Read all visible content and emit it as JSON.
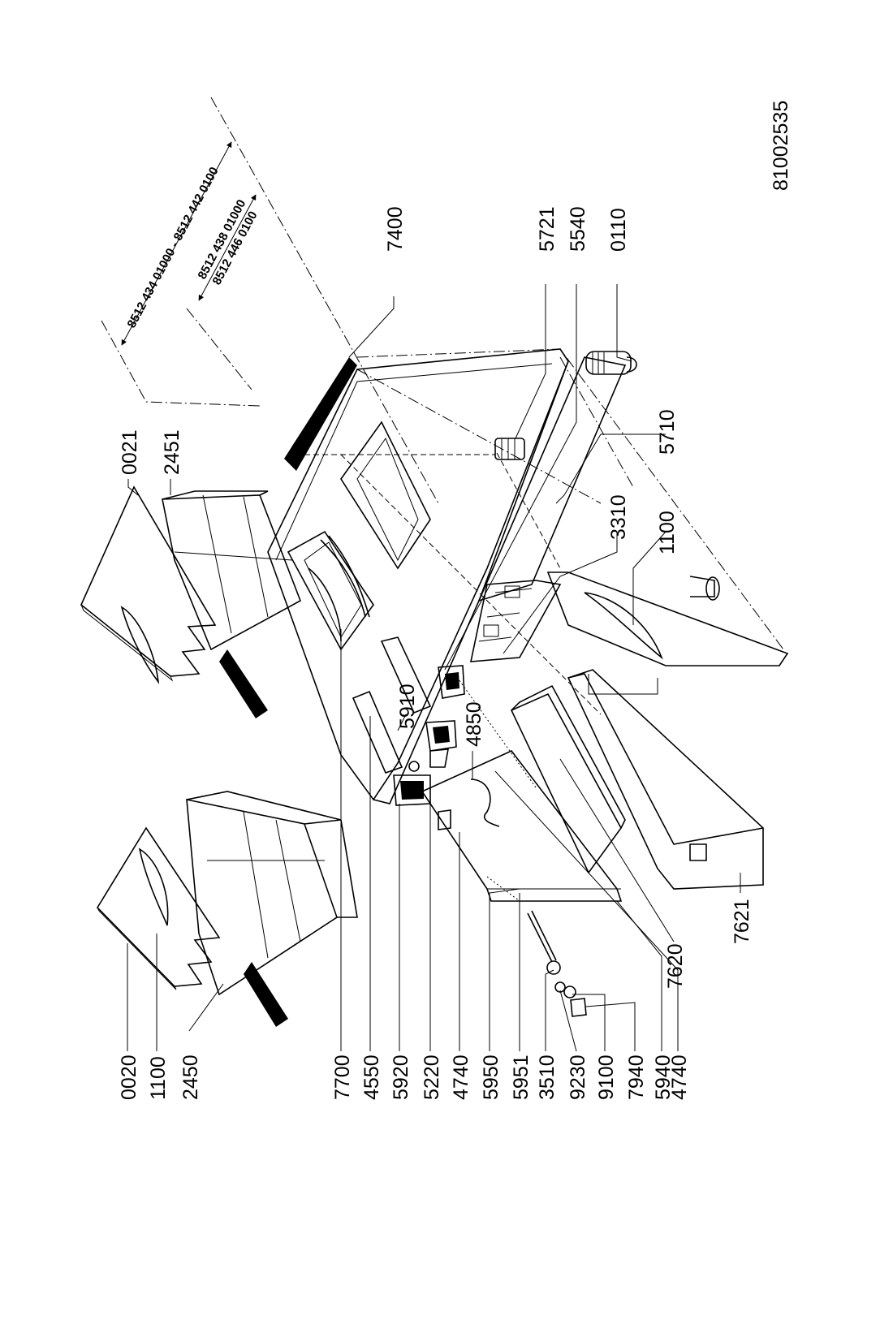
{
  "document_id": "81002535",
  "left_labels": [
    "0020",
    "1100",
    "2450",
    "7700",
    "4550",
    "5920",
    "5220",
    "4740",
    "5950",
    "5951",
    "3510",
    "9230",
    "9100",
    "7940",
    "5940",
    "4740",
    "7620",
    "7621"
  ],
  "top_labels": [
    "0021",
    "2451",
    "7400",
    "5721",
    "5540",
    "0110",
    "5710",
    "3310",
    "1100",
    "5910",
    "4850"
  ],
  "dimension_labels": {
    "outer": "8512 434 01000 - 8512 442 0100",
    "inner_line1": "8512 438 01000",
    "inner_line2": "8512 446 0100"
  },
  "colors": {
    "line": "#000000",
    "background": "#ffffff"
  }
}
